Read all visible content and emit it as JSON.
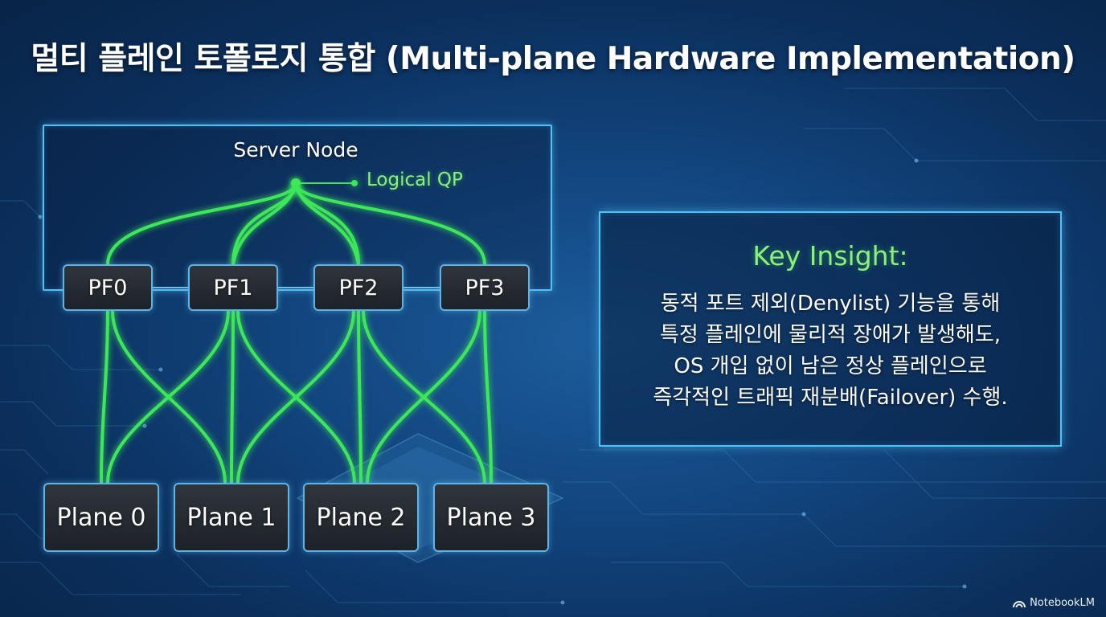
{
  "title": "멀티 플레인 토폴로지 통합 (Multi-plane Hardware Implementation)",
  "diagram": {
    "server_node": "Server Node",
    "logical_qp": "Logical QP",
    "pfs": [
      "PF0",
      "PF1",
      "PF2",
      "PF3"
    ],
    "planes": [
      "Plane 0",
      "Plane 1",
      "Plane 2",
      "Plane 3"
    ],
    "colors": {
      "green_link": "#3ee65a",
      "blue_link": "#6ec1ee",
      "frame": "#4fc3f7"
    }
  },
  "insight": {
    "title": "Key Insight:",
    "lines": [
      "동적 포트 제외(Denylist) 기능을 통해",
      "특정 플레인에 물리적 장애가 발생해도,",
      "OS 개입 없이 남은 정상 플레인으로",
      "즉각적인 트래픽 재분배(Failover) 수행."
    ]
  },
  "brand": {
    "icon": "notebooklm-icon",
    "label": "NotebookLM"
  }
}
